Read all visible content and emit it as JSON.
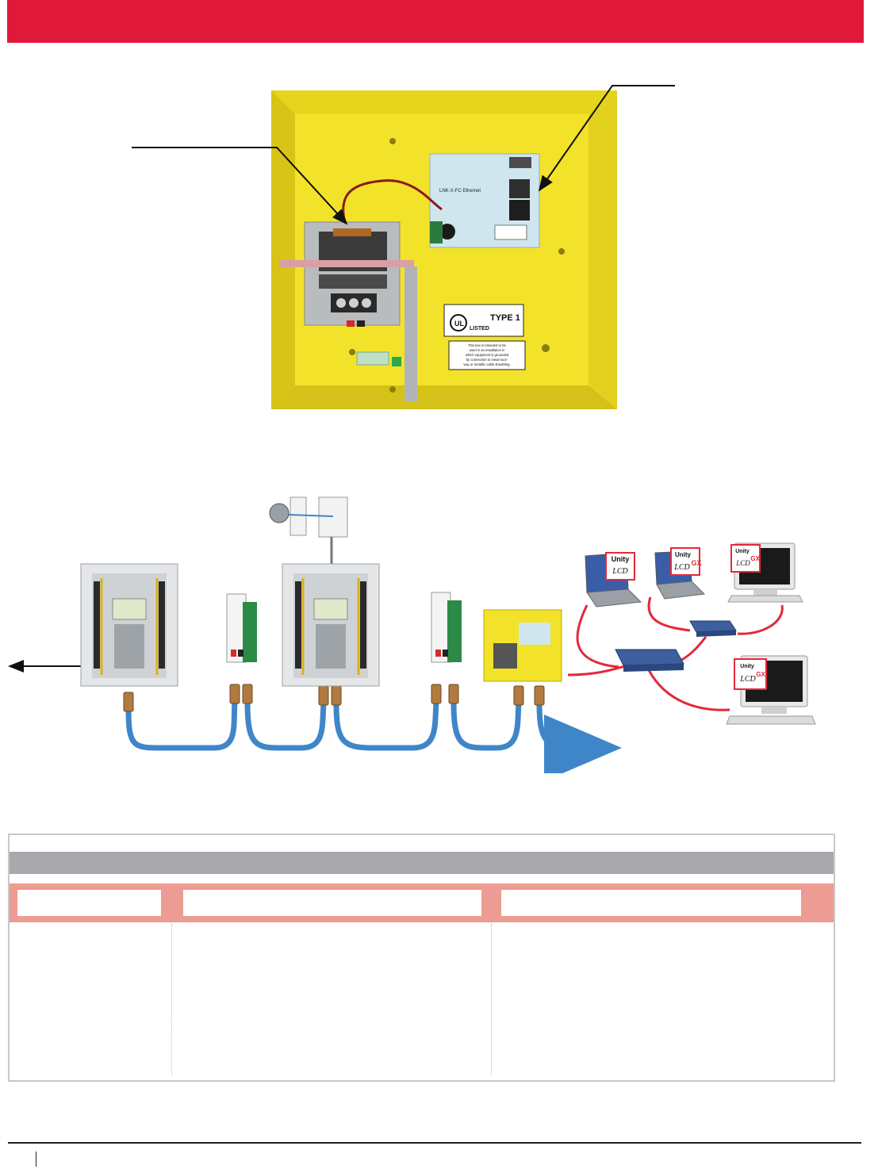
{
  "colors": {
    "banner": "#e0193a",
    "enclosure_yellow": "#f3e22a",
    "cable_blue": "#3f86c9",
    "ethernet_red": "#e4293a",
    "table_gray": "#a7a9ac",
    "table_salmon": "#ec9c92"
  },
  "photo": {
    "module_text": "LNK-X-FC Ethernet",
    "label_type": "TYPE 1",
    "label_listed": "LISTED",
    "label_warning_lines": [
      "This box is intended to be",
      "used in an installation in",
      "which equipment is grounded",
      "by connection to metal race-",
      "way or metallic cable sheathing."
    ]
  },
  "diagram": {
    "software_badge": "Unity",
    "badge_mark": "GX",
    "brand_mark": "LCD"
  }
}
